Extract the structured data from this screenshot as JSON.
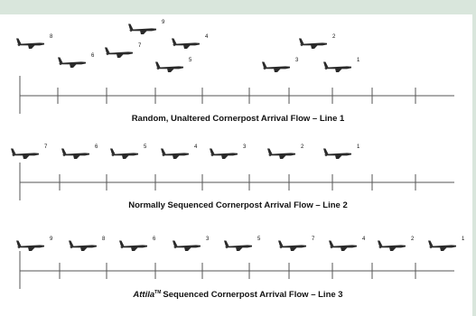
{
  "colors": {
    "band": "#d9e6dc",
    "stroke": "#555555",
    "ink": "#111111"
  },
  "line1": {
    "caption": "Random, Unaltered Cornerpost Arrival Flow – Line 1",
    "flow_order": [
      "8",
      "6",
      "7",
      "9",
      "4",
      "5",
      "3",
      "2",
      "1"
    ]
  },
  "line2": {
    "caption": "Normally Sequenced Cornerpost Arrival Flow – Line 2",
    "flow_order": [
      "7",
      "6",
      "5",
      "4",
      "3",
      "2",
      "1"
    ]
  },
  "line3": {
    "caption_name": "Attila",
    "caption_mark": "TM",
    "caption_rest": "Sequenced Cornerpost Arrival Flow – Line 3",
    "flow_order": [
      "9",
      "8",
      "6",
      "3",
      "5",
      "7",
      "4",
      "2",
      "1"
    ]
  }
}
